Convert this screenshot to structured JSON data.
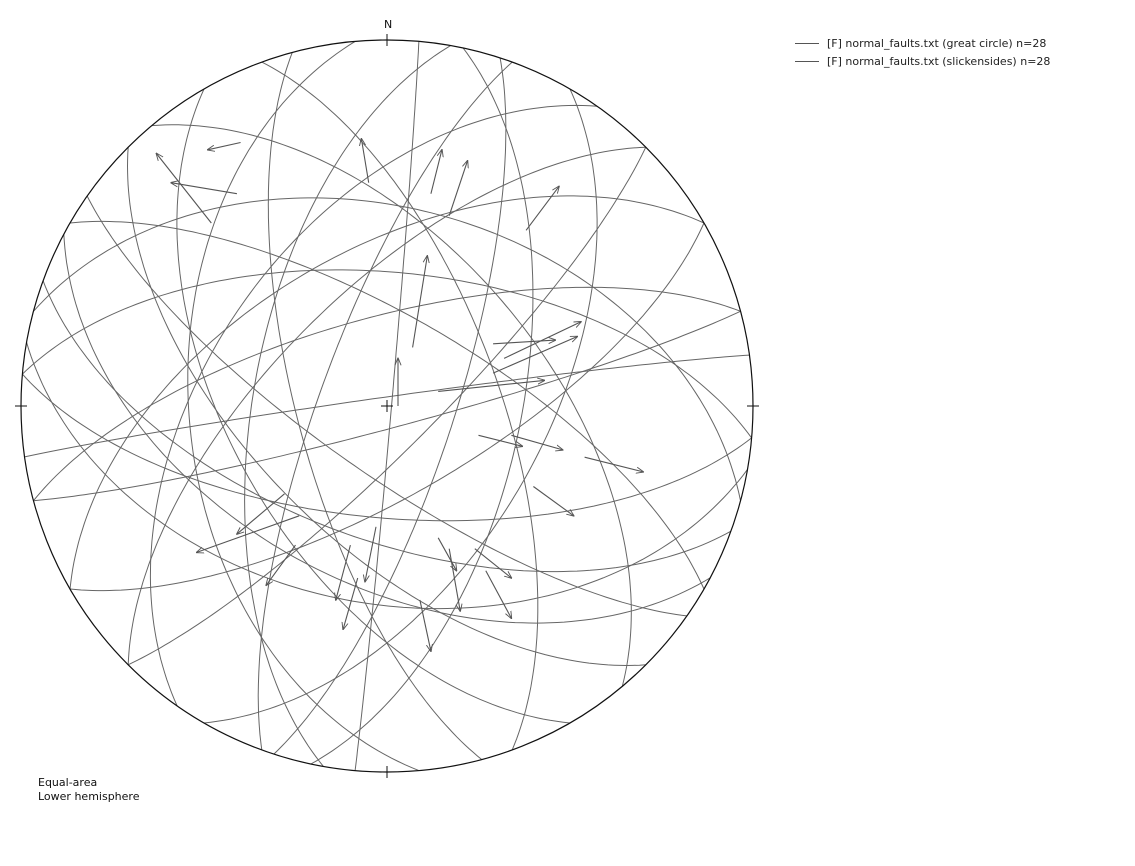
{
  "net": {
    "north_label": "N",
    "projection": "Equal-area",
    "hemisphere": "Lower hemisphere"
  },
  "legend": {
    "items": [
      {
        "label": "[F] normal_faults.txt (great circle) n=28",
        "color": "#555555"
      },
      {
        "label": "[F] normal_faults.txt (slickensides) n=28",
        "color": "#555555"
      }
    ]
  },
  "chart_data": {
    "type": "stereonet",
    "projection": "Equal-area",
    "hemisphere": "Lower hemisphere",
    "great_circles": [
      {
        "strike": 5,
        "dip": 89
      },
      {
        "strike": 12,
        "dip": 60
      },
      {
        "strike": 18,
        "dip": 75
      },
      {
        "strike": 30,
        "dip": 55
      },
      {
        "strike": 45,
        "dip": 80
      },
      {
        "strike": 60,
        "dip": 70
      },
      {
        "strike": 75,
        "dip": 85
      },
      {
        "strike": 95,
        "dip": 65
      },
      {
        "strike": 100,
        "dip": 45
      },
      {
        "strike": 110,
        "dip": 60
      },
      {
        "strike": 118,
        "dip": 50
      },
      {
        "strike": 125,
        "dip": 75
      },
      {
        "strike": 135,
        "dip": 60
      },
      {
        "strike": 150,
        "dip": 55
      },
      {
        "strike": 165,
        "dip": 70
      },
      {
        "strike": 175,
        "dip": 45
      },
      {
        "strike": 190,
        "dip": 60
      },
      {
        "strike": 200,
        "dip": 75
      },
      {
        "strike": 215,
        "dip": 50
      },
      {
        "strike": 225,
        "dip": 65
      },
      {
        "strike": 240,
        "dip": 55
      },
      {
        "strike": 255,
        "dip": 70
      },
      {
        "strike": 262,
        "dip": 88
      },
      {
        "strike": 275,
        "dip": 60
      },
      {
        "strike": 285,
        "dip": 45
      },
      {
        "strike": 300,
        "dip": 70
      },
      {
        "strike": 320,
        "dip": 55
      },
      {
        "strike": 340,
        "dip": 65
      }
    ],
    "slickensides": [
      {
        "x0": 0.07,
        "y0": 0.16,
        "x1": 0.11,
        "y1": 0.41
      },
      {
        "x0": -0.05,
        "y0": 0.61,
        "x1": -0.07,
        "y1": 0.73
      },
      {
        "x0": -0.48,
        "y0": 0.5,
        "x1": -0.63,
        "y1": 0.69
      },
      {
        "x0": -0.41,
        "y0": 0.58,
        "x1": -0.59,
        "y1": 0.61
      },
      {
        "x0": -0.4,
        "y0": 0.72,
        "x1": -0.49,
        "y1": 0.7
      },
      {
        "x0": 0.12,
        "y0": 0.58,
        "x1": 0.15,
        "y1": 0.7
      },
      {
        "x0": 0.17,
        "y0": 0.52,
        "x1": 0.22,
        "y1": 0.67
      },
      {
        "x0": 0.38,
        "y0": 0.48,
        "x1": 0.47,
        "y1": 0.6
      },
      {
        "x0": 0.32,
        "y0": 0.13,
        "x1": 0.53,
        "y1": 0.23
      },
      {
        "x0": 0.29,
        "y0": 0.09,
        "x1": 0.52,
        "y1": 0.19
      },
      {
        "x0": 0.29,
        "y0": 0.17,
        "x1": 0.46,
        "y1": 0.18
      },
      {
        "x0": 0.25,
        "y0": -0.08,
        "x1": 0.37,
        "y1": -0.11
      },
      {
        "x0": 0.34,
        "y0": -0.08,
        "x1": 0.48,
        "y1": -0.12
      },
      {
        "x0": 0.14,
        "y0": 0.04,
        "x1": 0.43,
        "y1": 0.07
      },
      {
        "x0": 0.54,
        "y0": -0.14,
        "x1": 0.7,
        "y1": -0.18
      },
      {
        "x0": 0.4,
        "y0": -0.22,
        "x1": 0.51,
        "y1": -0.3
      },
      {
        "x0": -0.28,
        "y0": -0.24,
        "x1": -0.41,
        "y1": -0.35
      },
      {
        "x0": -0.24,
        "y0": -0.3,
        "x1": -0.52,
        "y1": -0.4
      },
      {
        "x0": -0.25,
        "y0": -0.38,
        "x1": -0.33,
        "y1": -0.49
      },
      {
        "x0": -0.1,
        "y0": -0.38,
        "x1": -0.14,
        "y1": -0.53
      },
      {
        "x0": -0.03,
        "y0": -0.33,
        "x1": -0.06,
        "y1": -0.48
      },
      {
        "x0": -0.08,
        "y0": -0.47,
        "x1": -0.12,
        "y1": -0.61
      },
      {
        "x0": 0.17,
        "y0": -0.39,
        "x1": 0.2,
        "y1": -0.56
      },
      {
        "x0": 0.14,
        "y0": -0.36,
        "x1": 0.19,
        "y1": -0.45
      },
      {
        "x0": 0.27,
        "y0": -0.45,
        "x1": 0.34,
        "y1": -0.58
      },
      {
        "x0": 0.09,
        "y0": -0.53,
        "x1": 0.12,
        "y1": -0.67
      },
      {
        "x0": 0.24,
        "y0": -0.39,
        "x1": 0.34,
        "y1": -0.47
      },
      {
        "x0": 0.03,
        "y0": 0.0,
        "x1": 0.03,
        "y1": 0.13
      }
    ]
  }
}
